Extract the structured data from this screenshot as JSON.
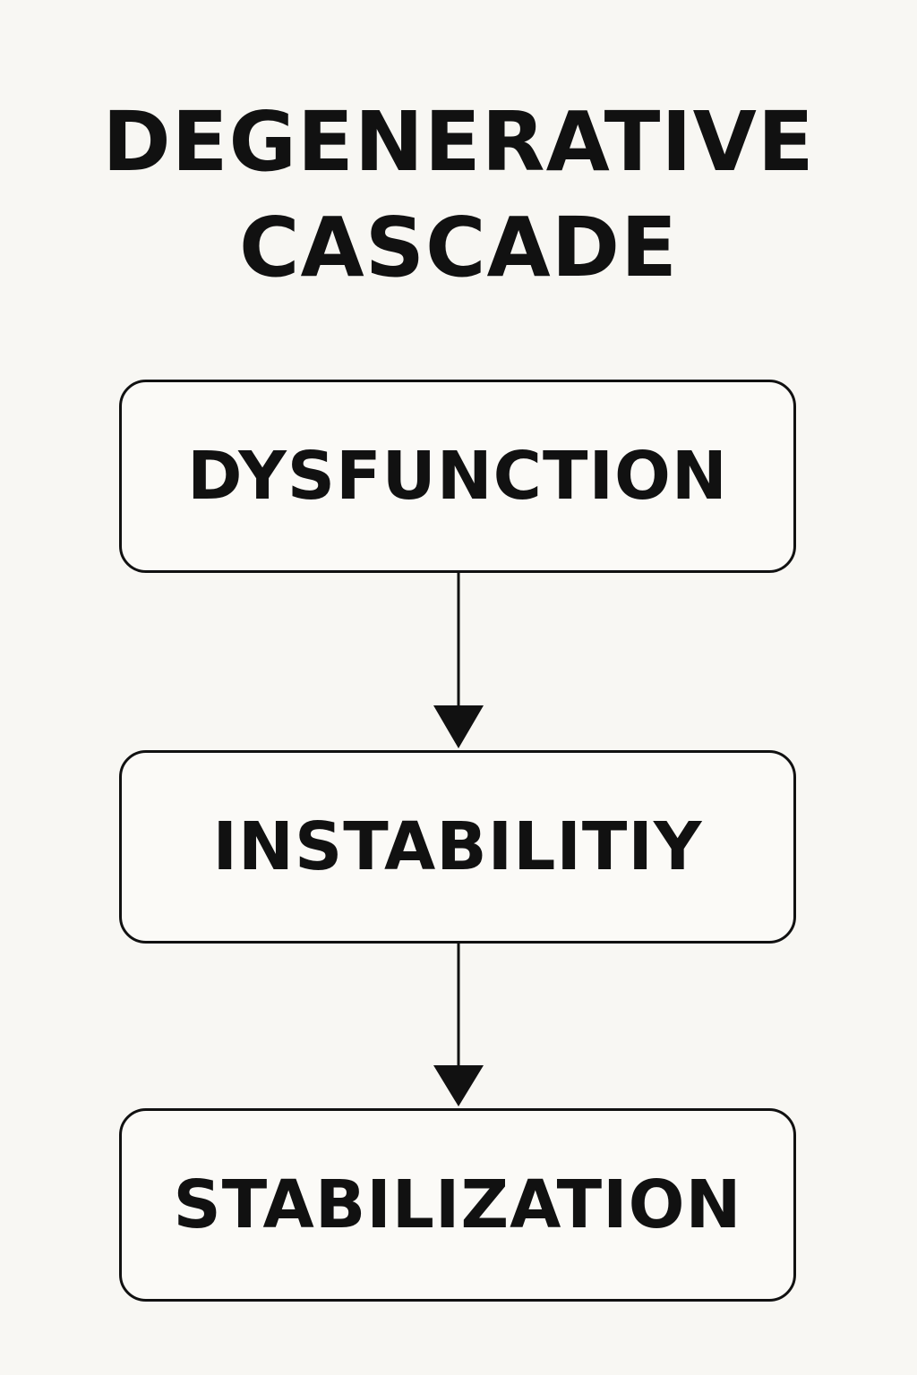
{
  "title": {
    "line1": "DEGENERATIVE",
    "line2": "CASCADE"
  },
  "boxes": [
    {
      "label": "DYSFUNCTION"
    },
    {
      "label": "INSTABILITIY"
    },
    {
      "label": "STABILIZATION"
    }
  ],
  "colors": {
    "background": "#f8f7f3",
    "ink": "#111111"
  }
}
